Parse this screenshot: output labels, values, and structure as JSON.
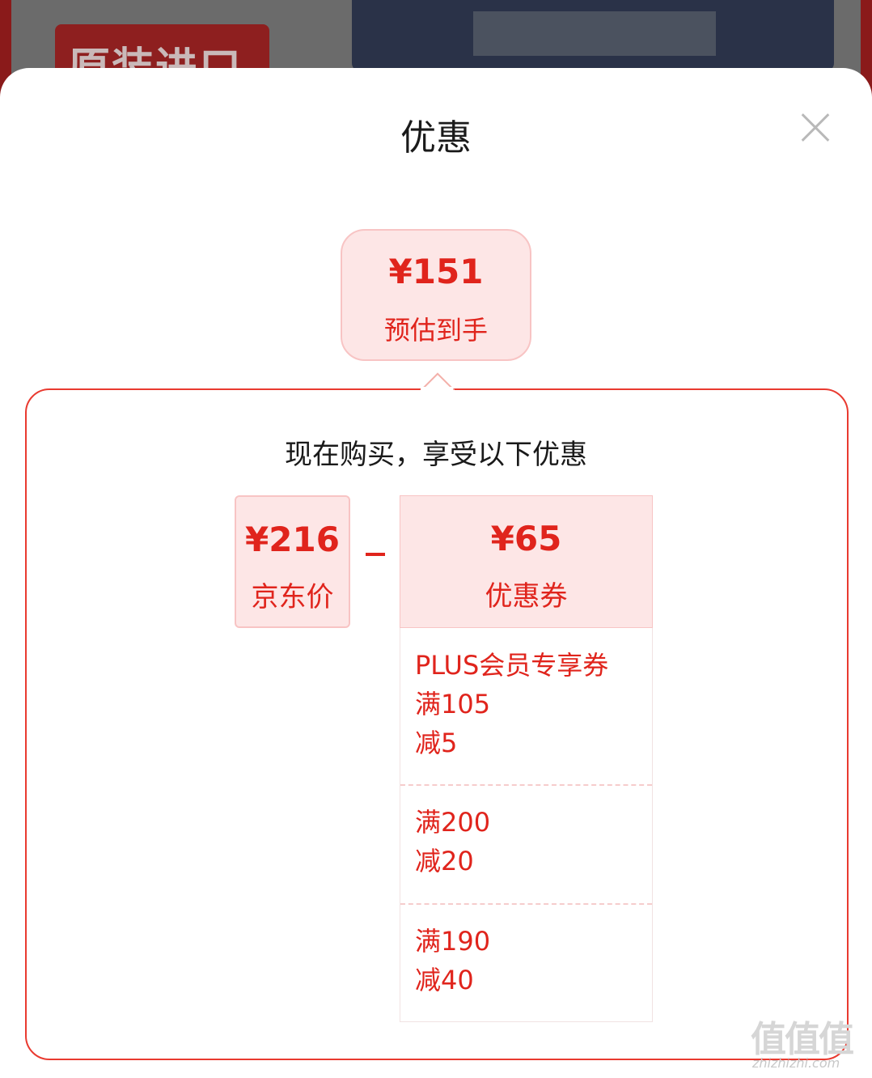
{
  "background": {
    "badge_text": "原装进口"
  },
  "sheet": {
    "title": "优惠",
    "close_icon": "close-icon"
  },
  "estimate": {
    "amount": "¥151",
    "label": "预估到手"
  },
  "breakdown": {
    "intro": "现在购买，享受以下优惠",
    "jd_price": {
      "amount": "¥216",
      "label": "京东价"
    },
    "operator": "minus",
    "coupon_total": {
      "amount": "¥65",
      "label": "优惠券"
    },
    "coupons": [
      {
        "lines": [
          "PLUS会员专享券",
          "满105",
          "减5"
        ]
      },
      {
        "lines": [
          "满200",
          "减20"
        ]
      },
      {
        "lines": [
          "满190",
          "减40"
        ]
      }
    ]
  },
  "watermark": {
    "logo": "值值值",
    "site": "zhizhizhi.com"
  },
  "colors": {
    "accent": "#e0241c",
    "pill_bg": "#fde6e6",
    "pill_border": "#f8c4c4",
    "frame_border": "#e93a30"
  }
}
